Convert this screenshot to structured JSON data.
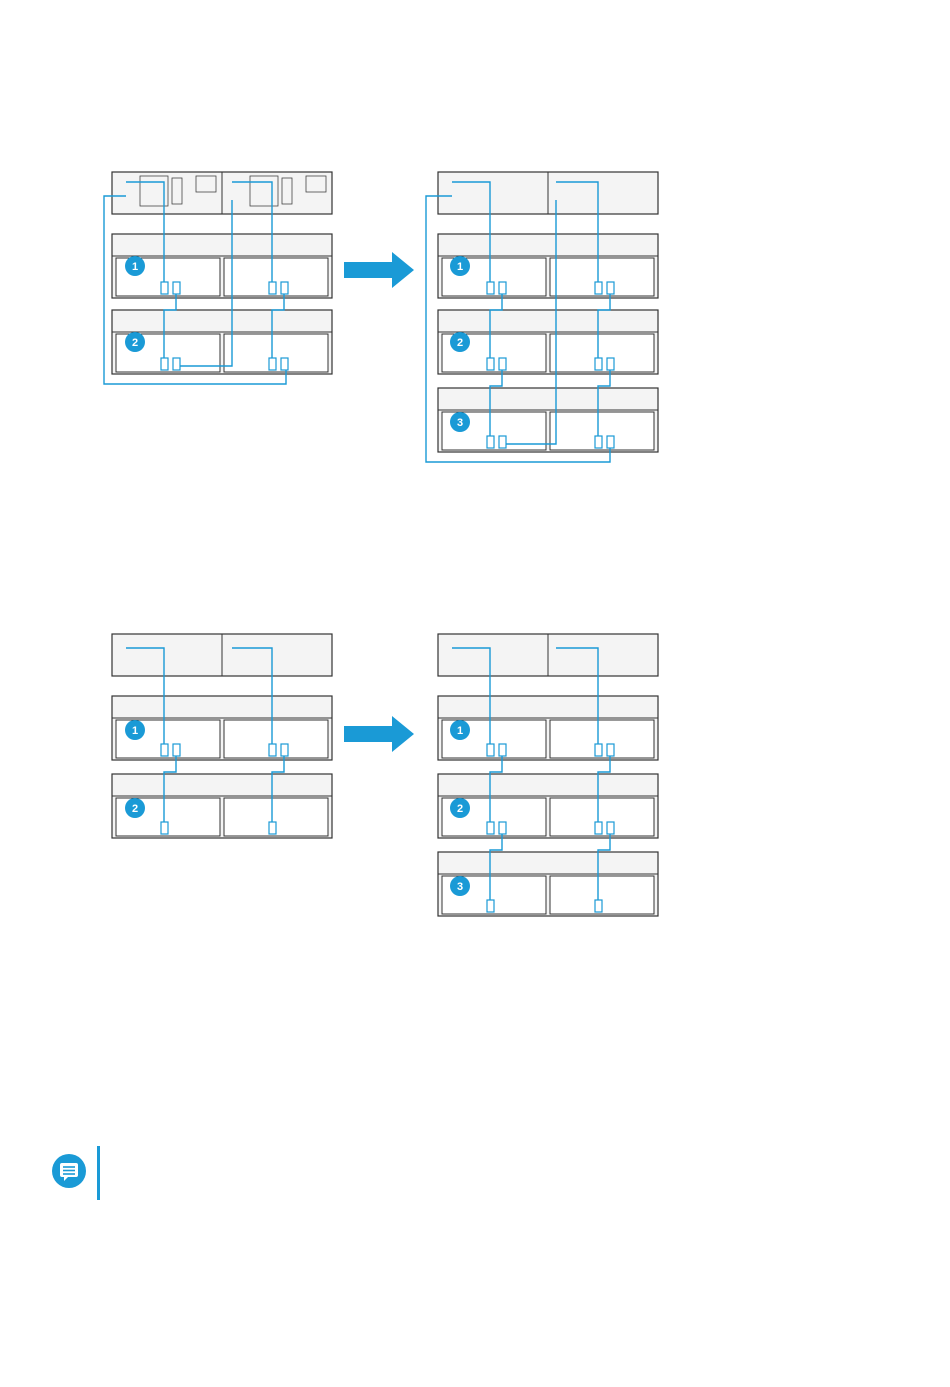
{
  "colors": {
    "cable": "#1a9ad6",
    "arrow": "#1a9ad6",
    "badge": "#1a9ad6",
    "chassis_outline": "#333333",
    "chassis_fill": "#f4f4f4"
  },
  "diagrams": [
    {
      "name": "original-cabling-top",
      "badges": [
        "1",
        "2",
        "3"
      ]
    },
    {
      "name": "original-cabling-bottom",
      "badges": [
        "1",
        "2",
        "3"
      ]
    }
  ],
  "note": {
    "icon": "note-icon"
  }
}
